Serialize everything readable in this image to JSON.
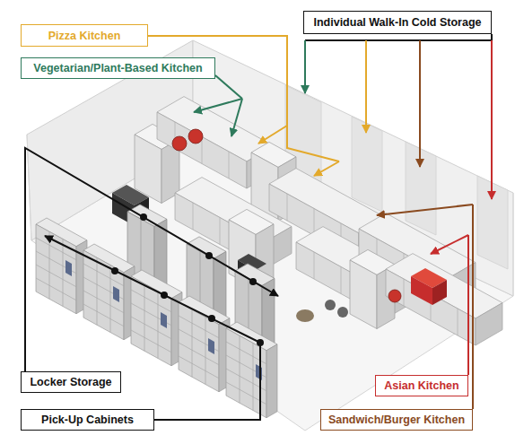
{
  "diagram": {
    "nodes": [
      {
        "text": [
          "Pizza Kitchen"
        ]
      },
      {
        "text": [
          "Individual Walk-In Cold Storage"
        ]
      },
      {
        "text": [
          "Vegetarian/Plant-Based Kitchen"
        ]
      },
      {
        "text": [
          "Locker Storage"
        ]
      },
      {
        "text": [
          "Asian Kitchen"
        ]
      },
      {
        "text": [
          "Pick-Up Cabinets"
        ]
      },
      {
        "text": [
          "Sandwich/Burger Kitchen"
        ]
      }
    ]
  }
}
